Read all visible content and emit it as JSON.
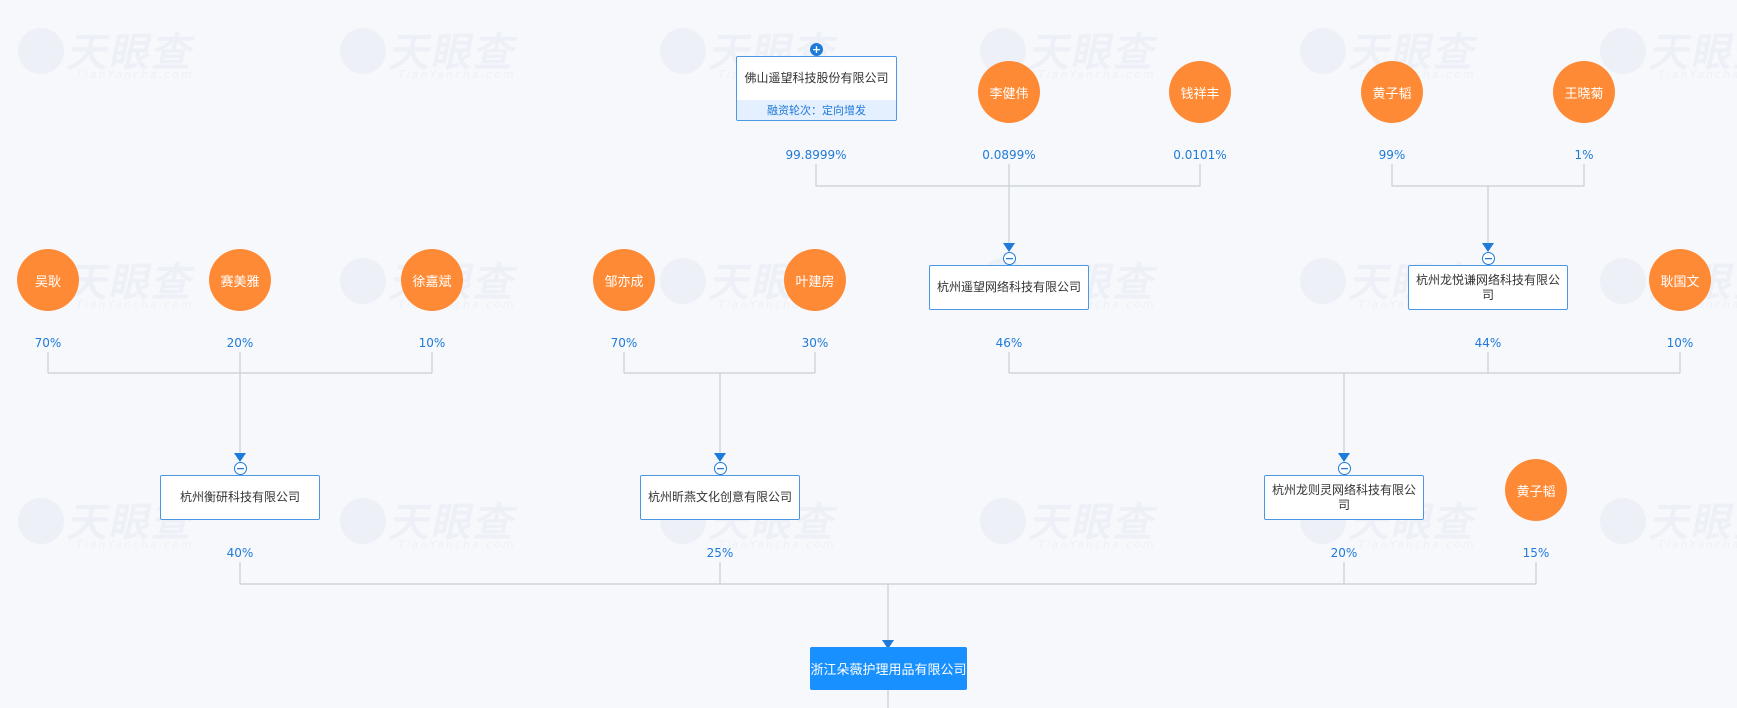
{
  "watermark": {
    "main": "天眼查",
    "sub": "TianYancha.com"
  },
  "companies": {
    "foshan": {
      "name": "佛山遥望科技股份有限公司",
      "round_info": "融资轮次：定向增发"
    },
    "yaowang": {
      "name": "杭州遥望网络科技有限公司"
    },
    "longyue": {
      "name": "杭州龙悦谦网络科技有限公司"
    },
    "hengyan": {
      "name": "杭州衡研科技有限公司"
    },
    "xinyan": {
      "name": "杭州昕燕文化创意有限公司"
    },
    "longze": {
      "name": "杭州龙则灵网络科技有限公司"
    },
    "target": {
      "name": "浙江朵薇护理用品有限公司"
    }
  },
  "persons": {
    "li": "李健伟",
    "qian": "钱祥丰",
    "huang1": "黄子韬",
    "wang": "王晓菊",
    "wu": "吴耿",
    "sai": "赛美雅",
    "xu": "徐嘉斌",
    "zou": "邹亦成",
    "ye": "叶建房",
    "geng": "耿国文",
    "huang2": "黄子韬"
  },
  "percentages": {
    "foshan": "99.8999%",
    "li": "0.0899%",
    "qian": "0.0101%",
    "huang1": "99%",
    "wang": "1%",
    "wu": "70%",
    "sai": "20%",
    "xu": "10%",
    "zou": "70%",
    "ye": "30%",
    "yaowang": "46%",
    "longyue": "44%",
    "geng": "10%",
    "hengyan": "40%",
    "xinyan": "25%",
    "longze": "20%",
    "huang2": "15%"
  },
  "toggles": {
    "expand": "+",
    "collapse": "−"
  },
  "colors": {
    "person": "#ff8a35",
    "company_border": "#4a98e6",
    "target": "#1890ff",
    "percent_text": "#1f7ad8",
    "line": "#c7cdd6",
    "arrow": "#1f7ad8"
  }
}
